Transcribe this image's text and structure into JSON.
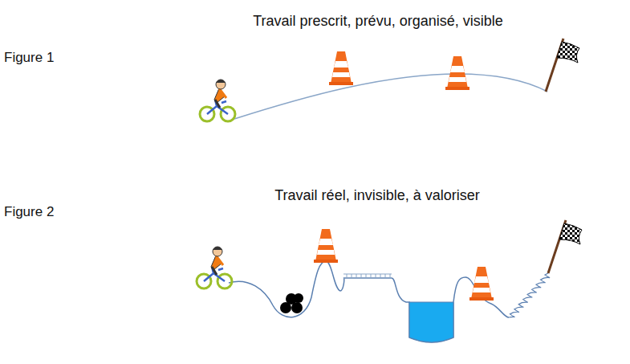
{
  "diagram": {
    "labels": [
      "Figure 1",
      "Travail prescrit, prévu, organisé, visible",
      "Figure 2",
      "Travail réel, invisible, à valoriser"
    ]
  }
}
